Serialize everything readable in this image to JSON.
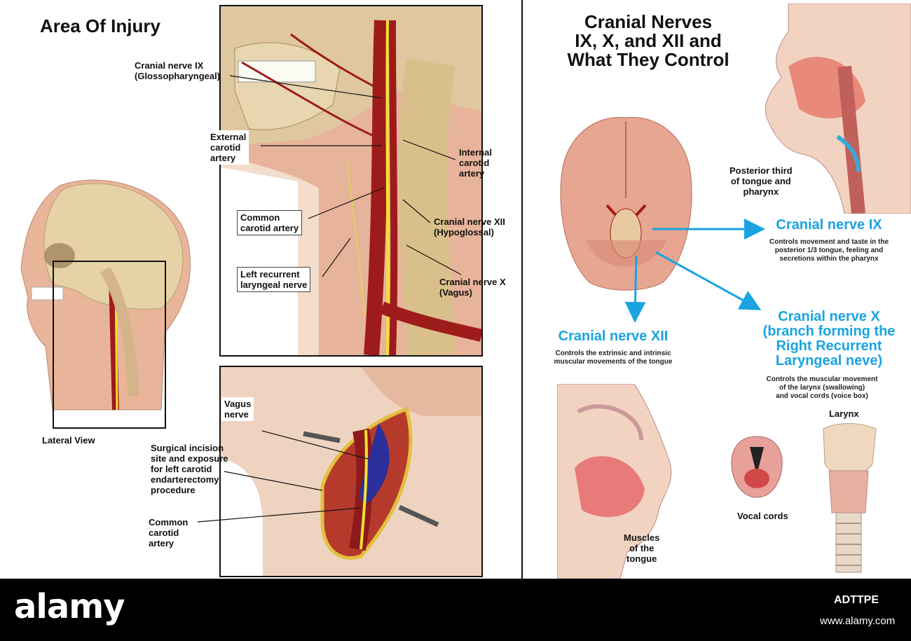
{
  "left": {
    "title": "Area Of Injury",
    "lateral_view": "Lateral View",
    "labels": {
      "cn9": "Cranial nerve IX\n(Glossopharyngeal)",
      "ext_carotid": "External\ncarotid\nartery",
      "int_carotid": "Internal\ncarotid\nartery",
      "common_carotid": "Common\ncarotid artery",
      "cn12": "Cranial nerve XII\n(Hypoglossal)",
      "left_recurrent": "Left recurrent\nlaryngeal nerve",
      "cn10": "Cranial nerve X\n(Vagus)",
      "vagus": "Vagus\nnerve",
      "incision": "Surgical incision\nsite and exposure\nfor left carotid\nendarterectomy\nprocedure",
      "common_carotid2": "Common\ncarotid\nartery"
    }
  },
  "right": {
    "title": "Cranial Nerves\nIX, X, and XII and\nWhat They Control",
    "posterior_third": "Posterior third\nof tongue and\npharynx",
    "cn9": {
      "name": "Cranial nerve IX",
      "desc": "Controls movement and taste in the\nposterior 1/3 tongue, feeling and\nsecretions within the pharynx"
    },
    "cn10": {
      "name": "Cranial nerve X\n(branch forming the\nRight Recurrent\nLaryngeal neve)",
      "desc": "Controls the muscular movement\nof the larynx (swallowing)\nand vocal cords (voice box)"
    },
    "cn12": {
      "name": "Cranial nerve XII",
      "desc": "Controls the extrinsic and intrinsic\nmuscular movements of the tongue"
    },
    "larynx": "Larynx",
    "vocal_cords": "Vocal cords",
    "muscles_tongue": "Muscles\nof the\ntongue"
  },
  "footer": {
    "brand": "alamy",
    "image_id": "ADTTPE",
    "url": "www.alamy.com"
  },
  "colors": {
    "nerve_blue": "#1aa3e0",
    "artery_red": "#9e1b1b",
    "nerve_yellow": "#f2e233",
    "skin": "#e9b99c"
  }
}
